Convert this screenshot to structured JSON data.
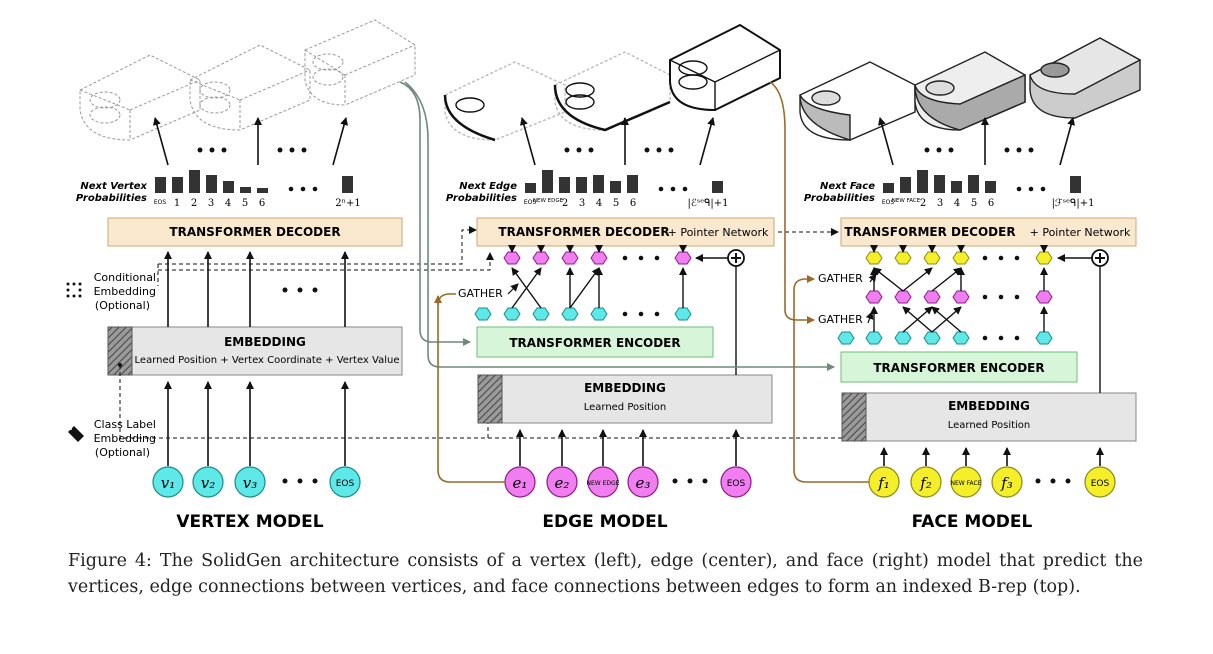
{
  "vertex_model": {
    "title": "VERTEX MODEL",
    "prob_label_1": "Next Vertex",
    "prob_label_2": "Probabilities",
    "prob_ticks": [
      "EOS",
      "1",
      "2",
      "3",
      "4",
      "5",
      "6",
      "2ⁿ+1"
    ],
    "decoder": "TRANSFORMER DECODER",
    "embedding_title": "EMBEDDING",
    "embedding_sub": "Learned Position + Vertex Coordinate + Vertex Value",
    "tokens": [
      "v₁",
      "v₂",
      "v₃",
      "EOS"
    ],
    "cond_label_1": "Conditional",
    "cond_label_2": "Embedding",
    "cond_label_3": "(Optional)",
    "class_label_1": "Class Label",
    "class_label_2": "Embedding",
    "class_label_3": "(Optional)"
  },
  "edge_model": {
    "title": "EDGE MODEL",
    "prob_label_1": "Next Edge",
    "prob_label_2": "Probabilities",
    "prob_ticks": [
      "EOS",
      "NEW EDGE",
      "2",
      "3",
      "4",
      "5",
      "6",
      "|ℰˢᵉᑫ|+1"
    ],
    "decoder": "TRANSFORMER DECODER",
    "decoder_suffix": "+ Pointer Network",
    "encoder": "TRANSFORMER ENCODER",
    "gather": "GATHER",
    "embedding_title": "EMBEDDING",
    "embedding_sub": "Learned Position",
    "tokens": [
      "e₁",
      "e₂",
      "NEW EDGE",
      "e₃",
      "EOS"
    ]
  },
  "face_model": {
    "title": "FACE MODEL",
    "prob_label_1": "Next Face",
    "prob_label_2": "Probabilities",
    "prob_ticks": [
      "EOS",
      "NEW FACE",
      "2",
      "3",
      "4",
      "5",
      "6",
      "|ℱˢᵉᑫ|+1"
    ],
    "decoder": "TRANSFORMER DECODER",
    "decoder_suffix": "+ Pointer Network",
    "encoder": "TRANSFORMER ENCODER",
    "gather_1": "GATHER",
    "gather_2": "GATHER",
    "embedding_title": "EMBEDDING",
    "embedding_sub": "Learned Position",
    "tokens": [
      "f₁",
      "f₂",
      "NEW FACE",
      "f₃",
      "EOS"
    ]
  },
  "caption": "Figure 4: The SolidGen architecture consists of a vertex (left), edge (center), and face (right) model that predict the vertices, edge connections between vertices, and face connections between edges to form an indexed B-rep (top).",
  "colors": {
    "decoder_fill": "#fbe9cf",
    "encoder_fill": "#d6f5d9",
    "embedding_fill": "#e6e6e6",
    "vertex_token": "#5ee8e8",
    "edge_token": "#f07ef0",
    "face_token": "#f5ef2a",
    "brown_arrow": "#9a6a2a",
    "green_arrow": "#6f8a7a"
  }
}
